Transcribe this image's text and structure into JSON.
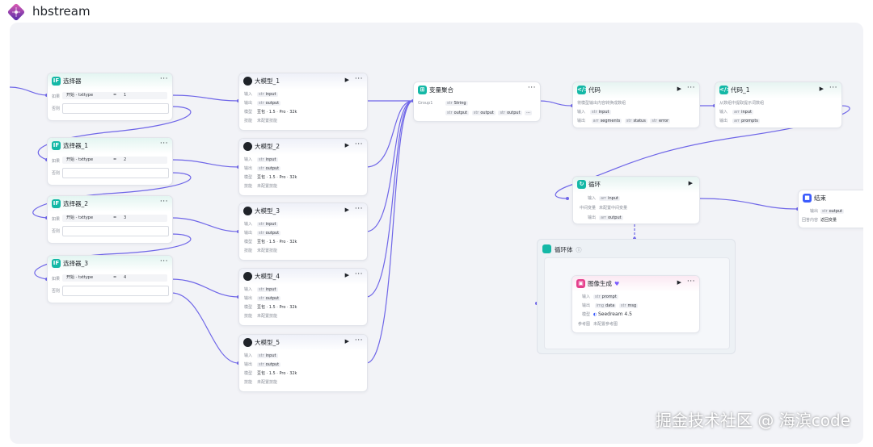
{
  "app": {
    "title": "hbstream"
  },
  "selectors": [
    {
      "title": "选择器",
      "if_label": "如果",
      "left": "开始 - txttype",
      "op": "=",
      "right": "1",
      "else_label": "否则"
    },
    {
      "title": "选择器_1",
      "if_label": "如果",
      "left": "开始 - txttype",
      "op": "=",
      "right": "2",
      "else_label": "否则"
    },
    {
      "title": "选择器_2",
      "if_label": "如果",
      "left": "开始 - txttype",
      "op": "=",
      "right": "3",
      "else_label": "否则"
    },
    {
      "title": "选择器_3",
      "if_label": "如果",
      "left": "开始 - txttype",
      "op": "=",
      "right": "4",
      "else_label": "否则"
    }
  ],
  "llms": [
    {
      "title": "大模型_1",
      "in_label": "输入",
      "in_val": "input",
      "out_label": "输出",
      "out_val": "output",
      "model_label": "模型",
      "model": "豆包 · 1.5 · Pro · 32k",
      "skill_label": "技能",
      "skill": "未配置技能"
    },
    {
      "title": "大模型_2",
      "in_label": "输入",
      "in_val": "input",
      "out_label": "输出",
      "out_val": "output",
      "model_label": "模型",
      "model": "豆包 · 1.5 · Pro · 32k",
      "skill_label": "技能",
      "skill": "未配置技能"
    },
    {
      "title": "大模型_3",
      "in_label": "输入",
      "in_val": "input",
      "out_label": "输出",
      "out_val": "output",
      "model_label": "模型",
      "model": "豆包 · 1.5 · Pro · 32k",
      "skill_label": "技能",
      "skill": "未配置技能"
    },
    {
      "title": "大模型_4",
      "in_label": "输入",
      "in_val": "input",
      "out_label": "输出",
      "out_val": "output",
      "model_label": "模型",
      "model": "豆包 · 1.5 · Pro · 32k",
      "skill_label": "技能",
      "skill": "未配置技能"
    },
    {
      "title": "大模型_5",
      "in_label": "输入",
      "in_val": "input",
      "out_label": "输出",
      "out_val": "output",
      "model_label": "模型",
      "model": "豆包 · 1.5 · Pro · 32k",
      "skill_label": "技能",
      "skill": "未配置技能"
    }
  ],
  "aggregate": {
    "title": "变量聚合",
    "group_label": "Group1",
    "type_tag": "String",
    "outputs": [
      "output",
      "output",
      "output"
    ]
  },
  "code": {
    "title": "代码",
    "desc": "将模型输出内容转换成数组",
    "in_label": "输入",
    "in_val": "input",
    "out_label": "输出",
    "outputs": [
      "segments",
      "status",
      "error"
    ]
  },
  "code1": {
    "title": "代码_1",
    "desc": "从数组中提取提示词数组",
    "in_label": "输入",
    "in_val": "input",
    "out_label": "输出",
    "outputs": [
      "prompts"
    ]
  },
  "loop": {
    "title": "循环",
    "in_label": "输入",
    "in_val": "input",
    "mid_label": "中间变量",
    "mid_val": "未配置中间变量",
    "out_label": "输出",
    "out_val": "output"
  },
  "end": {
    "title": "结束",
    "out_label": "输出",
    "out_val": "output",
    "answer_label": "回答内容",
    "answer_val": "返回变量"
  },
  "loop_body": {
    "title": "循环体"
  },
  "image_gen": {
    "title": "图像生成",
    "in_label": "输入",
    "in_val": "prompt",
    "out_label": "输出",
    "outputs": [
      "data",
      "msg"
    ],
    "model_label": "模型",
    "model": "Seedream 4.5",
    "ref_label": "参考图",
    "ref_val": "未配置参考图"
  },
  "watermark": "掘金技术社区 @ 海滨code",
  "colors": {
    "edge": "#6f66e8",
    "teal": "#14b8a6",
    "canvas": "#f2f3f7"
  }
}
